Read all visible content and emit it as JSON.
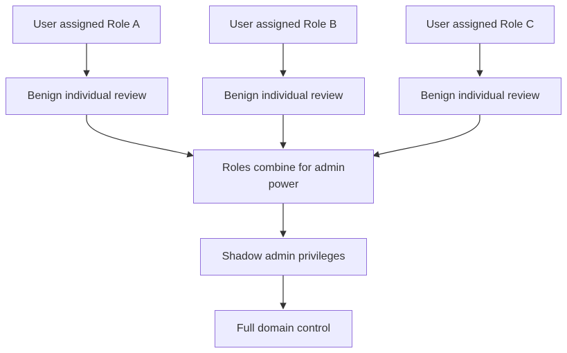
{
  "diagram": {
    "nodes": {
      "role_a": "User assigned Role A",
      "role_b": "User assigned Role B",
      "role_c": "User assigned Role C",
      "review_a": "Benign individual review",
      "review_b": "Benign individual review",
      "review_c": "Benign individual review",
      "combine": "Roles combine for admin power",
      "shadow": "Shadow admin privileges",
      "domain": "Full domain control"
    },
    "edges": [
      {
        "from": "role_a",
        "to": "review_a"
      },
      {
        "from": "role_b",
        "to": "review_b"
      },
      {
        "from": "role_c",
        "to": "review_c"
      },
      {
        "from": "review_a",
        "to": "combine"
      },
      {
        "from": "review_b",
        "to": "combine"
      },
      {
        "from": "review_c",
        "to": "combine"
      },
      {
        "from": "combine",
        "to": "shadow"
      },
      {
        "from": "shadow",
        "to": "domain"
      }
    ],
    "colors": {
      "node_fill": "#ececff",
      "node_border": "#9370db",
      "edge": "#333333",
      "text": "#333333"
    }
  }
}
